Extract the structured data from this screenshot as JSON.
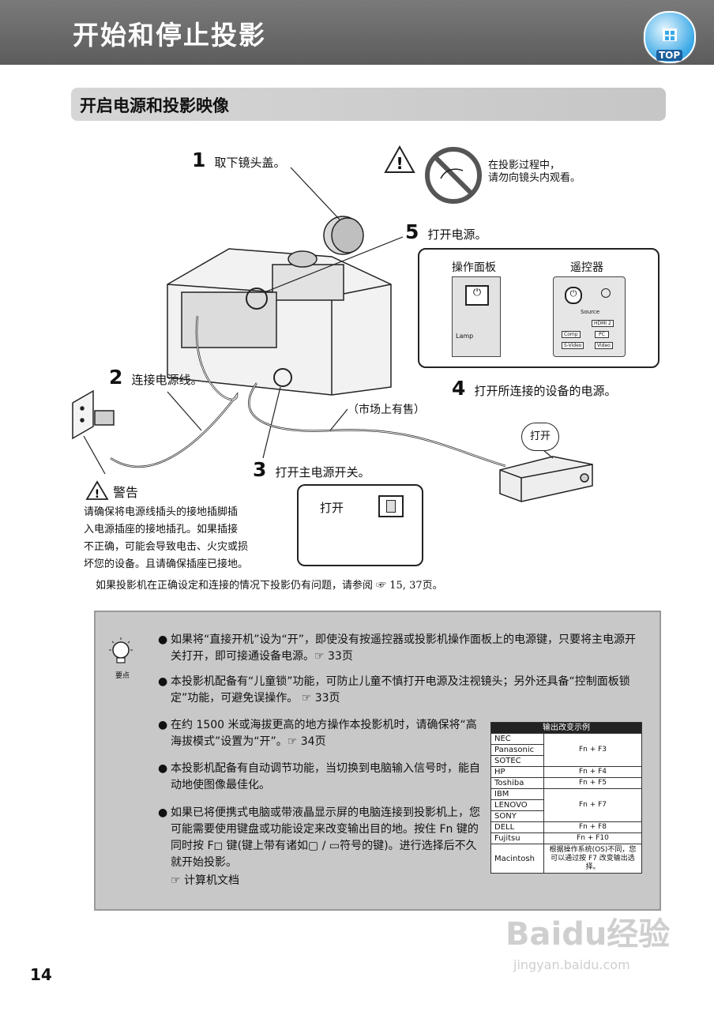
{
  "header": {
    "title": "开始和停止投影",
    "top_label": "TOP"
  },
  "section": {
    "title": "开启电源和投影映像"
  },
  "steps": [
    {
      "num": "1",
      "text": "取下镜头盖。"
    },
    {
      "num": "2",
      "text": "连接电源线。"
    },
    {
      "num": "3",
      "text": "打开主电源开关。"
    },
    {
      "num": "4",
      "text": "打开所连接的设备的电源。"
    },
    {
      "num": "5",
      "text": "打开电源。"
    }
  ],
  "caution": {
    "line1": "在投影过程中，",
    "line2": "请勿向镜头内观看。"
  },
  "power_panel": {
    "panel_label": "操作面板",
    "remote_label": "遥控器",
    "lamp": "Lamp",
    "source": "Source",
    "hdmi": "HDMI 2",
    "comp": "Comp",
    "pc": "PC",
    "svideo": "S-Video",
    "video": "Video"
  },
  "market_label": "（市场上有售）",
  "on_bubble": "打开",
  "switch_box": {
    "label": "打开"
  },
  "warning": {
    "title": "警告",
    "lines": [
      "请确保将电源线插头的接地插脚插",
      "入电源插座的接地插孔。如果插接",
      "不正确，可能会导致电击、火灾或损",
      "坏您的设备。且请确保插座已接地。"
    ]
  },
  "ref_note": "如果投影机在正确设定和连接的情况下投影仍有问题，请参阅 ☞ 15, 37页。",
  "tips": {
    "icon_label": "要点",
    "items": [
      "如果将“直接开机”设为“开”，即使没有按遥控器或投影机操作面板上的电源键，只要将主电源开关打开，即可接通设备电源。☞ 33页",
      "本投影机配备有“儿童锁”功能，可防止儿童不慎打开电源及注视镜头；另外还具备“控制面板锁定”功能，可避免误操作。 ☞ 33页",
      "在约 1500 米或海拔更高的地方操作本投影机时，请确保将“高海拔模式”设置为“开”。☞ 34页",
      "本投影机配备有自动调节功能，当切换到电脑输入信号时，能自动地使图像最佳化。",
      "如果已将便携式电脑或带液晶显示屏的电脑连接到投影机上，您可能需要使用键盘或功能设定来改变输出目的地。按住 Fn 键的同时按 F◻ 键(键上带有诸如▢ / ▭符号的键)。进行选择后不久就开始投影。"
    ],
    "doc_ref": "☞ 计算机文档"
  },
  "table": {
    "header": "输出改变示例",
    "groups": [
      {
        "brands": [
          "NEC",
          "Panasonic",
          "SOTEC"
        ],
        "keys": "Fn + F3"
      },
      {
        "brands": [
          "HP"
        ],
        "keys": "Fn + F4"
      },
      {
        "brands": [
          "Toshiba"
        ],
        "keys": "Fn + F5"
      },
      {
        "brands": [
          "IBM",
          "LENOVO",
          "SONY"
        ],
        "keys": "Fn + F7"
      },
      {
        "brands": [
          "DELL"
        ],
        "keys": "Fn + F8"
      },
      {
        "brands": [
          "Fujitsu"
        ],
        "keys": "Fn + F10"
      },
      {
        "brands": [
          "Macintosh"
        ],
        "keys": "根据操作系统(OS)不同，您可以通过按 F7 改变输出选择。"
      }
    ]
  },
  "page_number": "14",
  "watermark": {
    "logo": "Baidu经验",
    "url": "jingyan.baidu.com"
  }
}
